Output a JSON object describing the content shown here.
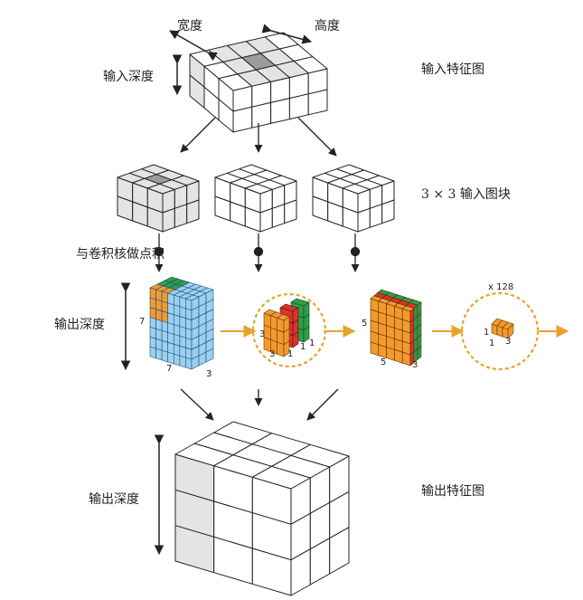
{
  "labels": {
    "width": "宽度",
    "height": "高度",
    "input_depth": "输入深度",
    "input_feature_map": "输入特征图",
    "input_patches": "3 × 3 输入图块",
    "dot_product": "与卷积核做点积",
    "output_depth_mid": "输出深度",
    "output_depth_bottom": "输出深度",
    "output_feature_map": "输出特征图",
    "kernel_count": "x 128"
  },
  "dims": {
    "blue_block": [
      "7",
      "7",
      "3"
    ],
    "circle_block": [
      "3",
      "3",
      "1",
      "1",
      "1"
    ],
    "orange_block": [
      "5",
      "5",
      "3"
    ],
    "tiny_block": [
      "1",
      "1",
      "3"
    ]
  },
  "colors": {
    "arrow": "#e8a32c",
    "blue": "#9ccff0",
    "orange": "#f39a2e",
    "red": "#d8342b",
    "green": "#2f9e48",
    "gray_cell": "#e4e4e4",
    "dark_cell": "#9c9c9c"
  }
}
